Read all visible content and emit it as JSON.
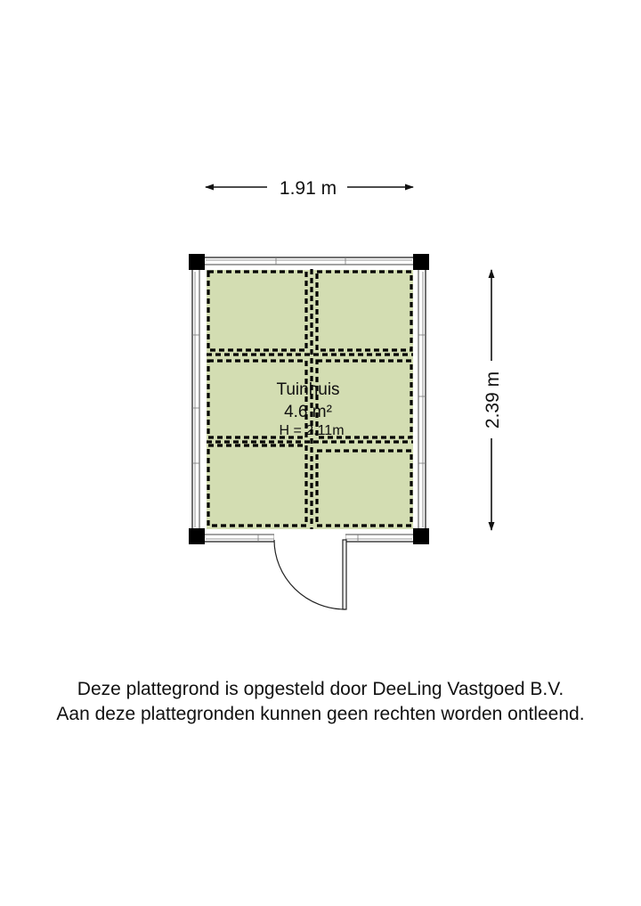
{
  "plan": {
    "dimension_width": "1.91 m",
    "dimension_height": "2.39 m",
    "room_name": "Tuinhuis",
    "room_area": "4.6 m²",
    "room_height": "H = 2.11m",
    "floor_color": "#d3ddb2",
    "wall_color": "#000000"
  },
  "footer": {
    "line1": "Deze plattegrond is opgesteld door DeeLing Vastgoed B.V.",
    "line2": "Aan deze plattegronden kunnen geen rechten worden ontleend."
  }
}
